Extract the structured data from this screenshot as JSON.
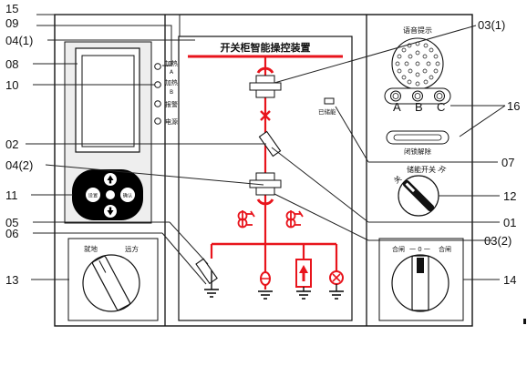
{
  "callouts": {
    "c15": "15",
    "c09": "09",
    "c04_1": "04(1)",
    "c08": "08",
    "c10": "10",
    "c11": "11",
    "c02": "02",
    "c04_2": "04(2)",
    "c05": "05",
    "c06": "06",
    "c13": "13",
    "c03_1": "03(1)",
    "c16": "16",
    "c07": "07",
    "c12": "12",
    "c01": "01",
    "c03_2": "03(2)",
    "c14": "14"
  },
  "left_panel": {
    "indicators": [
      {
        "top": "加热",
        "bottom": "A"
      },
      {
        "top": "加热",
        "bottom": "B"
      },
      {
        "top": "报警",
        "bottom": ""
      },
      {
        "top": "电源",
        "bottom": ""
      }
    ],
    "keypad": {
      "left": "设置",
      "right": "确认"
    },
    "switch13": {
      "left": "就地",
      "right": "远方"
    }
  },
  "center_panel": {
    "title": "开关柜智能操控装置",
    "stored_energy_label": "已储能"
  },
  "right_panel": {
    "speaker_label": "语音提示",
    "buttons_row": [
      "A",
      "B",
      "C"
    ],
    "unlock_label": "闭锁解除",
    "switch12": {
      "left": "关",
      "middle": "储能开关",
      "right": "开"
    },
    "switch14": {
      "left": "合闸",
      "middle": "一 0 一",
      "right": "合闸"
    }
  },
  "colors": {
    "mimic_red": "#e8141c",
    "outline": "#1a1a1a",
    "lcd_frame": "#eeeeee"
  }
}
